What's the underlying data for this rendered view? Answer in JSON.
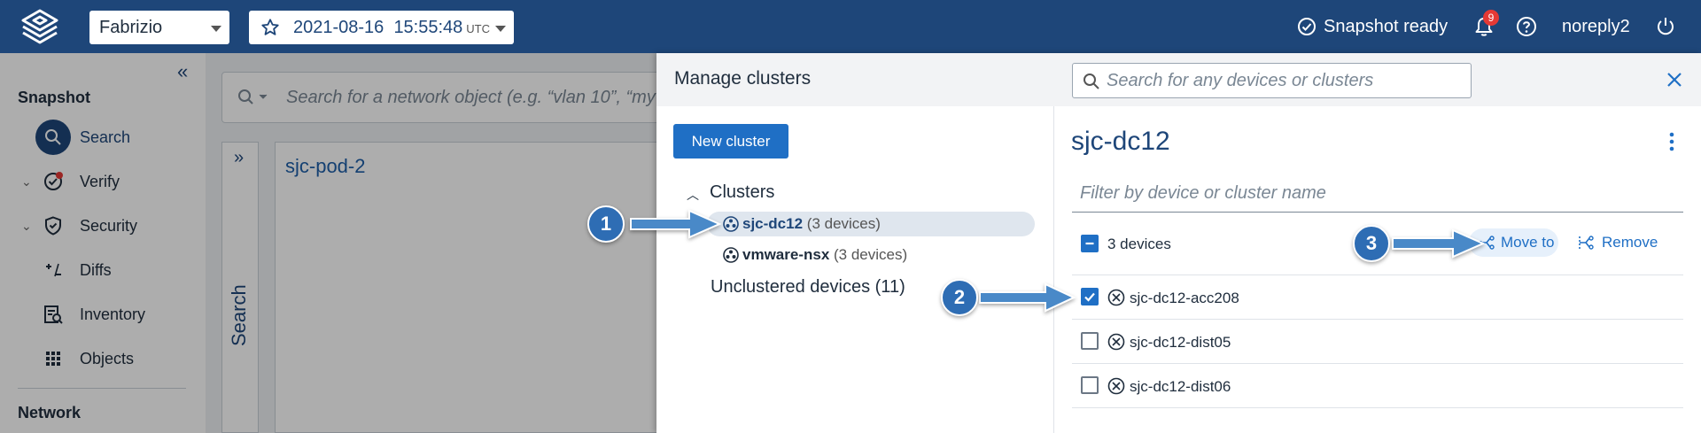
{
  "header": {
    "workspace": "Fabrizio",
    "snapshot_date": "2021-08-16",
    "snapshot_time": "15:55:48",
    "snapshot_tz": "UTC",
    "status": "Snapshot ready",
    "notification_count": "9",
    "user": "noreply2"
  },
  "sidebar": {
    "section_snapshot": "Snapshot",
    "items": [
      {
        "label": "Search",
        "icon": "search-icon"
      },
      {
        "label": "Verify",
        "icon": "verify-icon"
      },
      {
        "label": "Security",
        "icon": "shield-icon"
      },
      {
        "label": "Diffs",
        "icon": "diff-icon"
      },
      {
        "label": "Inventory",
        "icon": "inventory-icon"
      },
      {
        "label": "Objects",
        "icon": "grid-icon"
      }
    ],
    "section_network": "Network"
  },
  "main": {
    "search_placeholder": "Search for a network object (e.g. “vlan 10”, “my",
    "rail_label": "Search",
    "pod_title": "sjc-pod-2"
  },
  "panel": {
    "title": "Manage clusters",
    "search_placeholder": "Search for any devices or clusters",
    "new_cluster_label": "New cluster",
    "clusters_heading": "Clusters",
    "clusters": [
      {
        "name": "sjc-dc12",
        "count": "(3 devices)",
        "selected": true
      },
      {
        "name": "vmware-nsx",
        "count": "(3 devices)",
        "selected": false
      }
    ],
    "unclustered": "Unclustered devices (11)",
    "detail": {
      "title": "sjc-dc12",
      "filter_placeholder": "Filter by device or cluster name",
      "selection_label": "3 devices",
      "move_to_label": "Move to",
      "remove_label": "Remove",
      "devices": [
        {
          "name": "sjc-dc12-acc208",
          "checked": true
        },
        {
          "name": "sjc-dc12-dist05",
          "checked": false
        },
        {
          "name": "sjc-dc12-dist06",
          "checked": false
        }
      ]
    }
  },
  "annotations": {
    "callouts": [
      "1",
      "2",
      "3"
    ],
    "color": "#2e6db4"
  },
  "colors": {
    "brand": "#1e4679",
    "accent": "#1f6fc5",
    "badge": "#e53935"
  }
}
